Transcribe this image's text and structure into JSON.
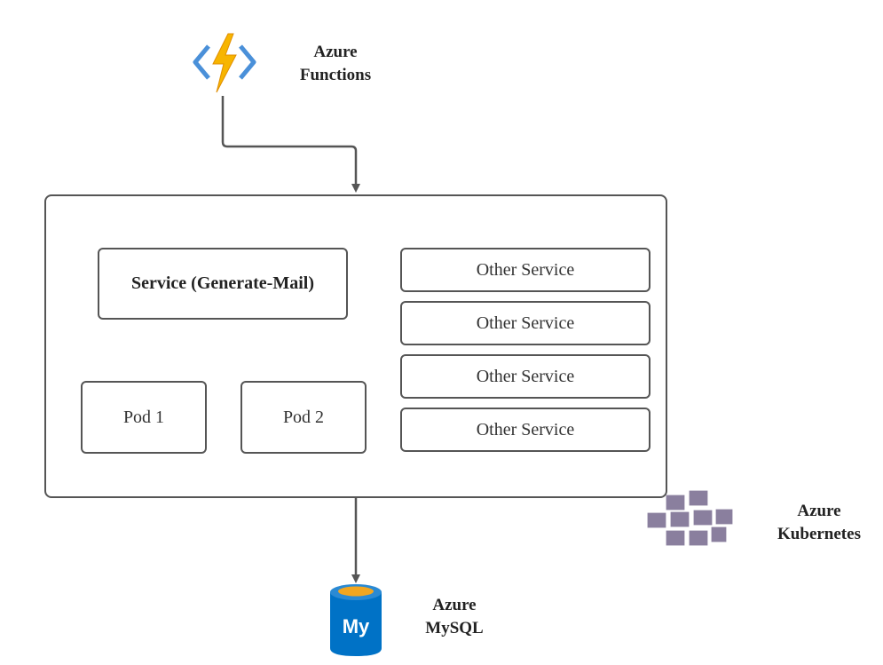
{
  "colors": {
    "stroke": "#555555",
    "functions_bolt": "#F7B500",
    "functions_brackets": "#4A90D9",
    "mysql_blue": "#0072C6",
    "mysql_cap": "#F2A620",
    "kubernetes_cube": "#8A7F9E"
  },
  "azure_functions": {
    "icon": "azure-functions-icon",
    "label_line1": "Azure",
    "label_line2": "Functions"
  },
  "cluster": {
    "service": {
      "label": "Service (Generate-Mail)"
    },
    "pods": [
      {
        "label": "Pod 1"
      },
      {
        "label": "Pod 2"
      }
    ],
    "other_services": [
      {
        "label": "Other Service"
      },
      {
        "label": "Other Service"
      },
      {
        "label": "Other Service"
      },
      {
        "label": "Other Service"
      }
    ]
  },
  "azure_kubernetes": {
    "icon": "azure-kubernetes-icon",
    "label_line1": "Azure",
    "label_line2": "Kubernetes"
  },
  "azure_mysql": {
    "icon": "azure-mysql-icon",
    "icon_text": "My",
    "label_line1": "Azure",
    "label_line2": "MySQL"
  }
}
